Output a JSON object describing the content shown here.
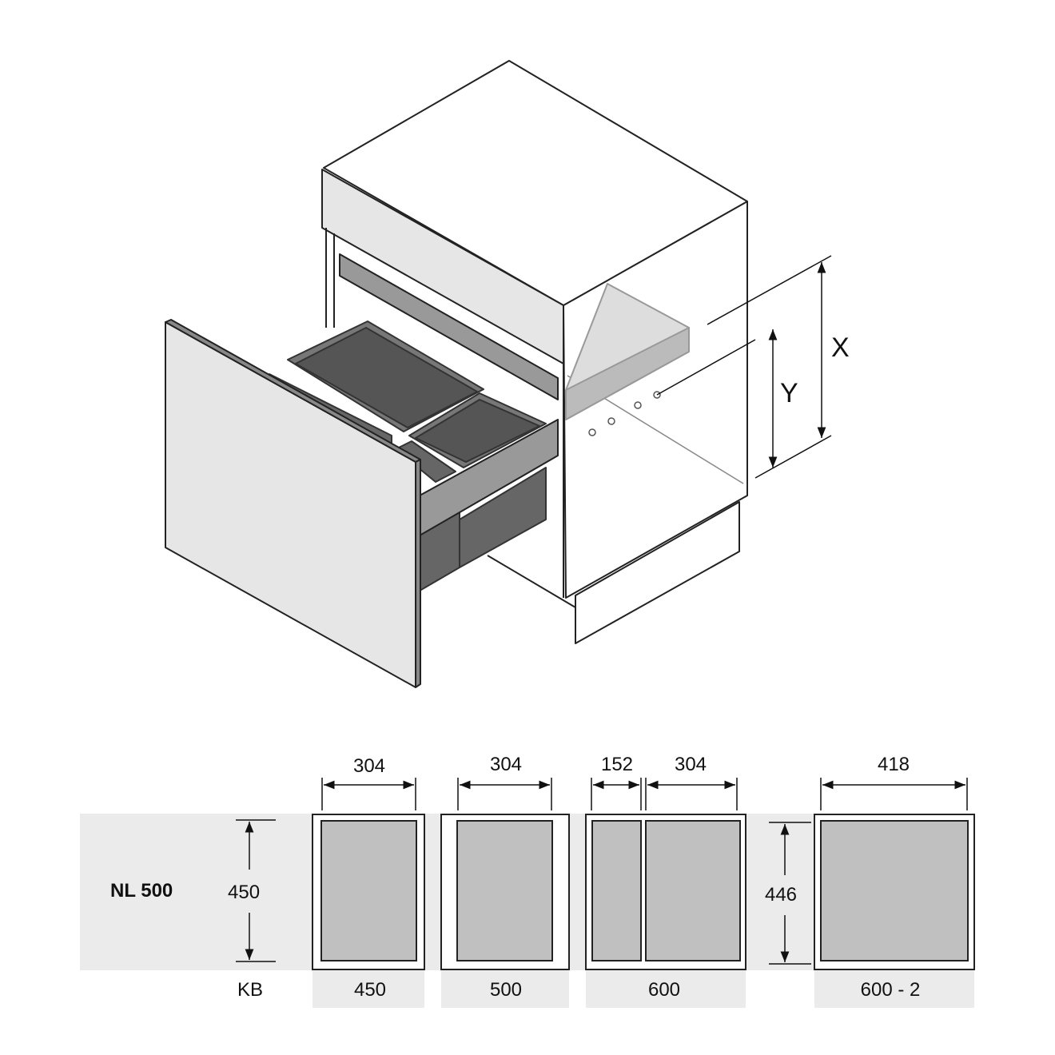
{
  "diagram": {
    "labels": {
      "x": "X",
      "y": "Y"
    },
    "row_label": "NL 500",
    "height_dim": "450",
    "kb_label": "KB",
    "widths": [
      {
        "dims": [
          "304"
        ],
        "kb": "450"
      },
      {
        "dims": [
          "304"
        ],
        "kb": "500"
      },
      {
        "dims": [
          "152",
          "304"
        ],
        "kb": "600"
      },
      {
        "dims": [
          "418"
        ],
        "kb": "600 - 2",
        "height_dim": "446"
      }
    ]
  },
  "colors": {
    "bin": "#666666",
    "panel": "#e6e6e6",
    "bin_plan": "#c0c0c0",
    "band": "#ebebeb"
  }
}
